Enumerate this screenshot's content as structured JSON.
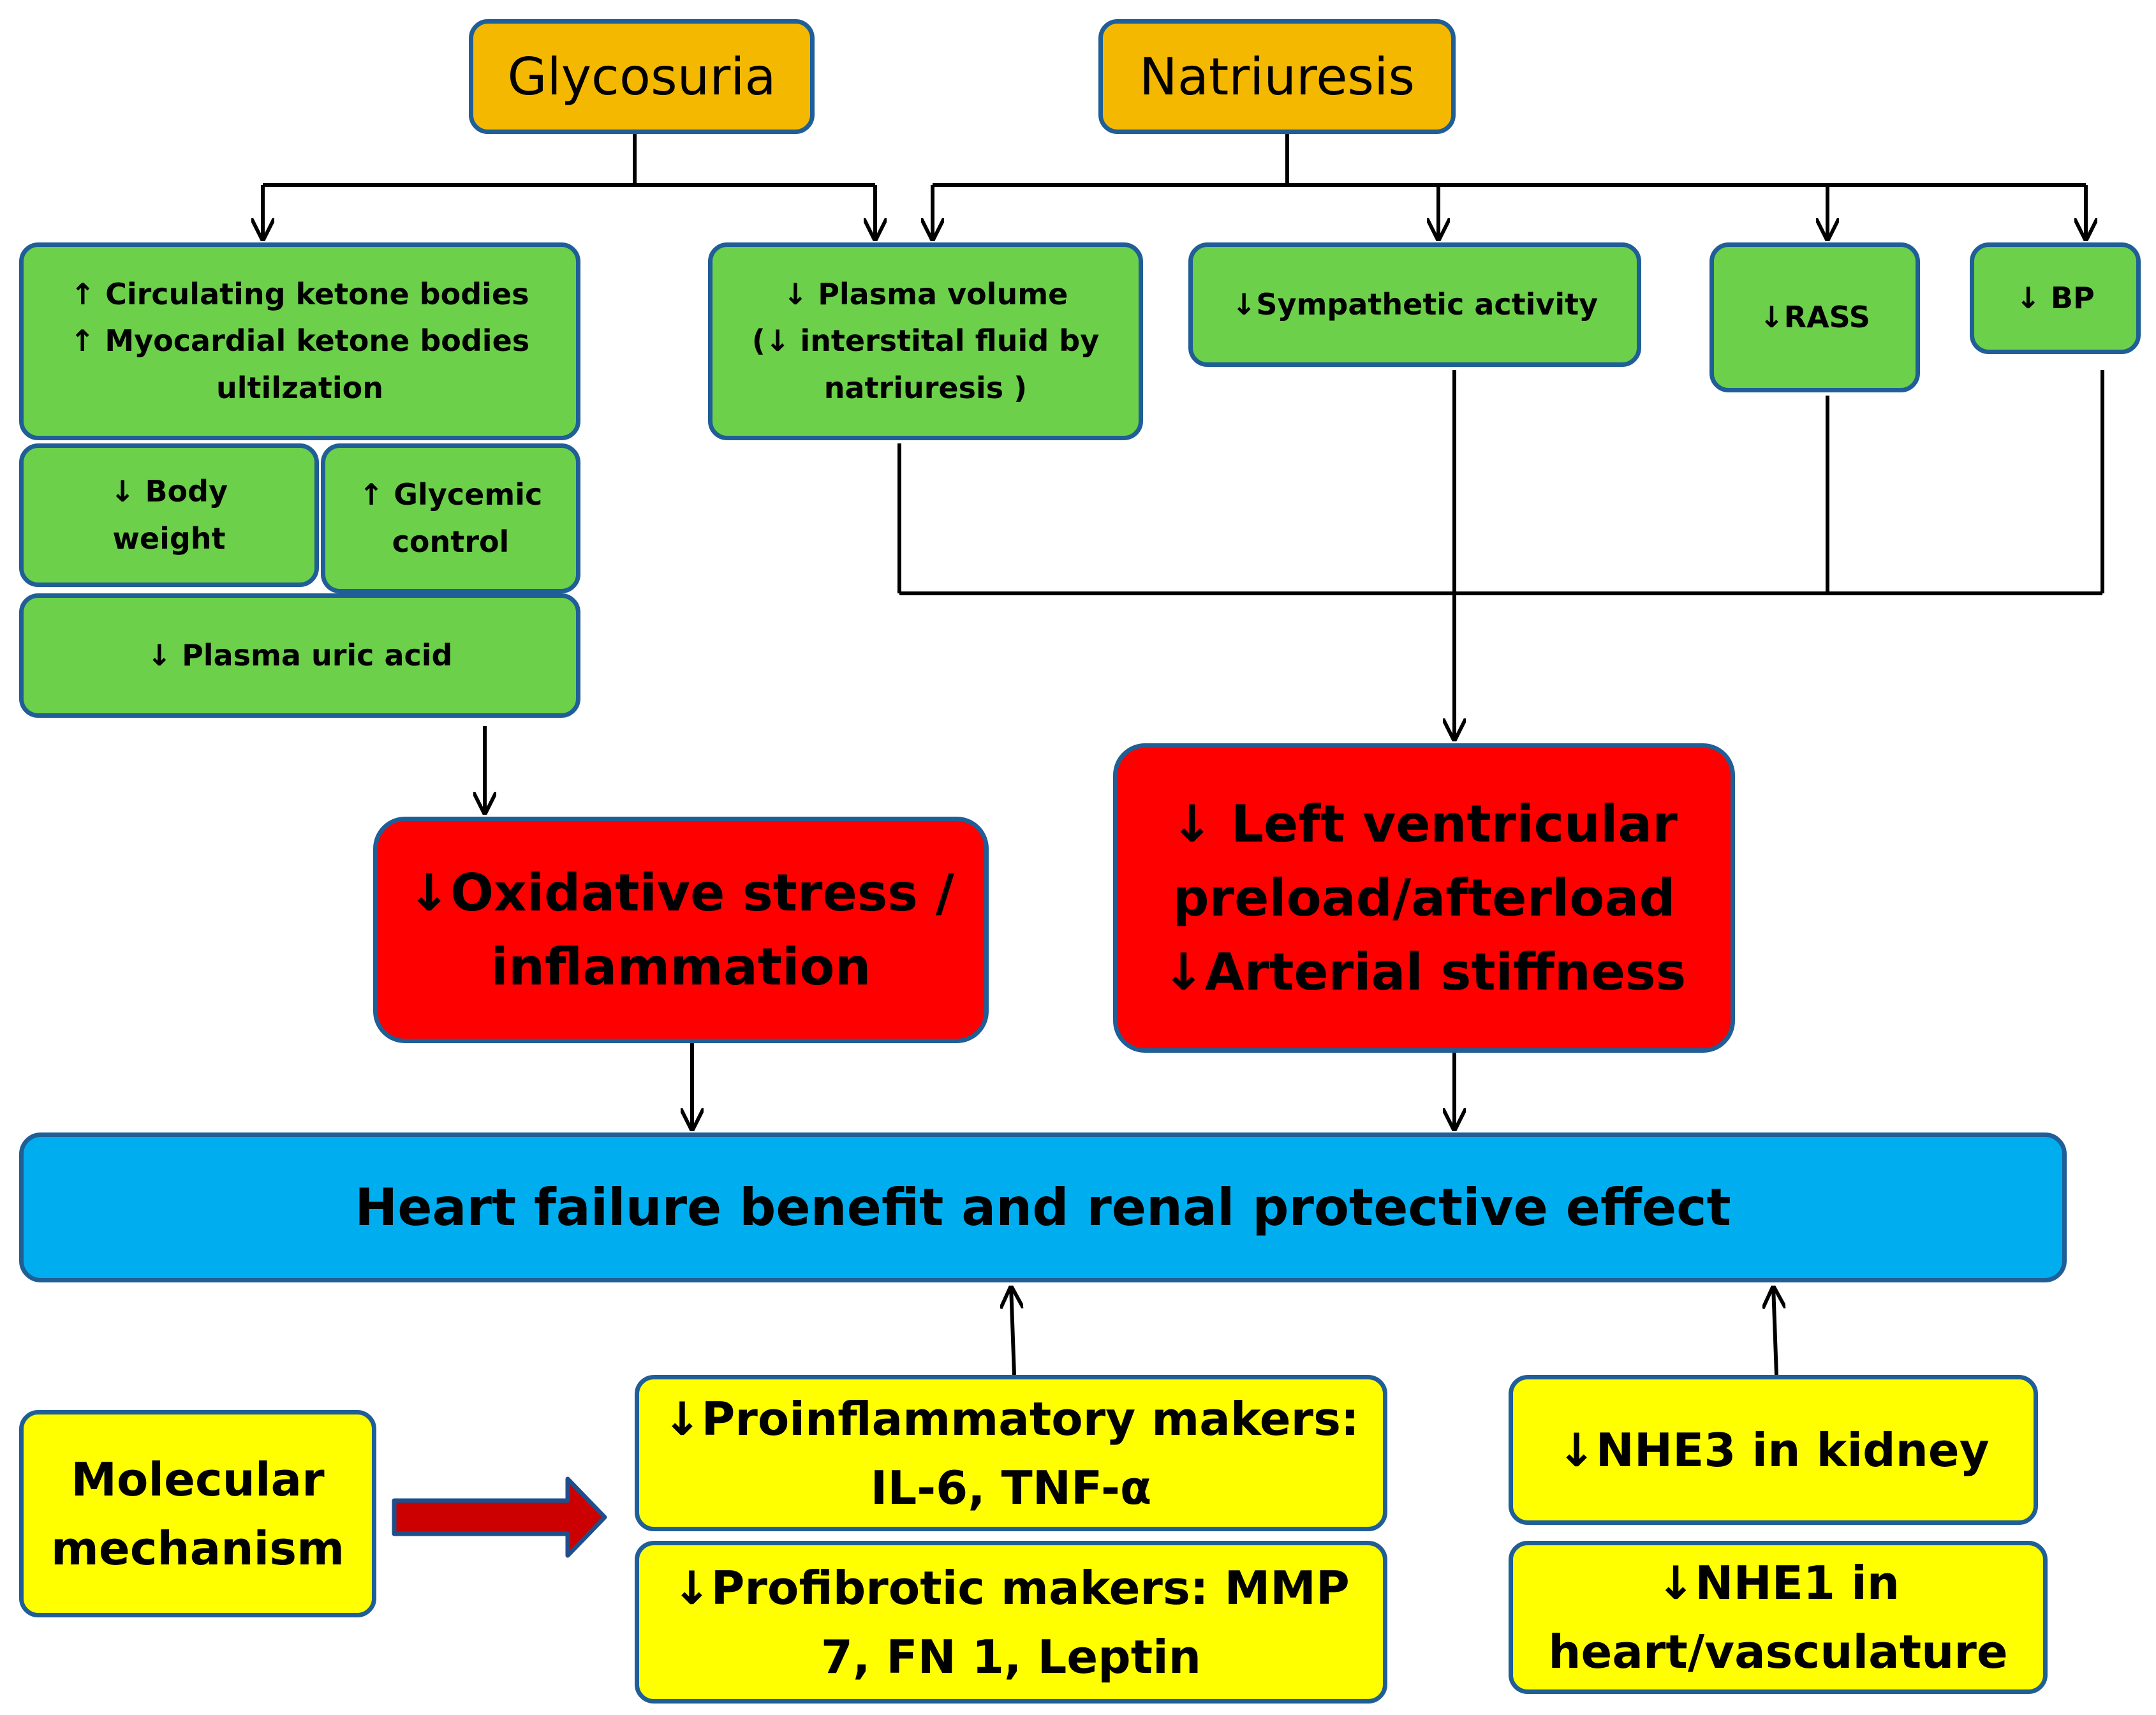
{
  "sources": {
    "glycosuria": "Glycosuria",
    "natriuresis": "Natriuresis"
  },
  "glycosuria_effects": {
    "ketone": [
      "↑ Circulating  ketone bodies",
      "↑ Myocardial  ketone  bodies",
      "ultilzation"
    ],
    "body_weight": [
      "↓ Body",
      "weight"
    ],
    "glycemic": [
      "↑ Glycemic",
      "control"
    ],
    "uric_acid": "↓ Plasma uric acid"
  },
  "natriuresis_effects": {
    "plasma_volume": [
      "↓ Plasma volume",
      "(↓ interstital fluid by",
      "natriuresis )"
    ],
    "sympathetic": "↓Sympathetic activity",
    "rass": "↓RASS",
    "bp": "↓ BP"
  },
  "outcomes": {
    "oxidative": [
      "↓Oxidative stress /",
      "inflammation"
    ],
    "ventricular": [
      "↓ Left ventricular",
      "preload/afterload",
      "↓Arterial stiffness"
    ]
  },
  "final": "Heart failure benefit and renal protective effect",
  "molecular": {
    "label": [
      "Molecular",
      "mechanism"
    ],
    "proinflammatory": [
      "↓Proinflammatory makers:",
      "IL-6, TNF-α"
    ],
    "profibrotic": [
      "↓Profibrotic makers: MMP",
      "7, FN 1, Leptin"
    ],
    "nhe3": "↓NHE3 in kidney",
    "nhe1": [
      "↓NHE1 in",
      "heart/vasculature"
    ]
  },
  "colors": {
    "source": "#f5b800",
    "effect": "#6cd04a",
    "outcome": "#ff0000",
    "final": "#00aeef",
    "molecular": "#ffff00",
    "border": "#1f5e96",
    "arrow_fill": "#cc0000",
    "arrow_stroke": "#1f4e8c"
  }
}
